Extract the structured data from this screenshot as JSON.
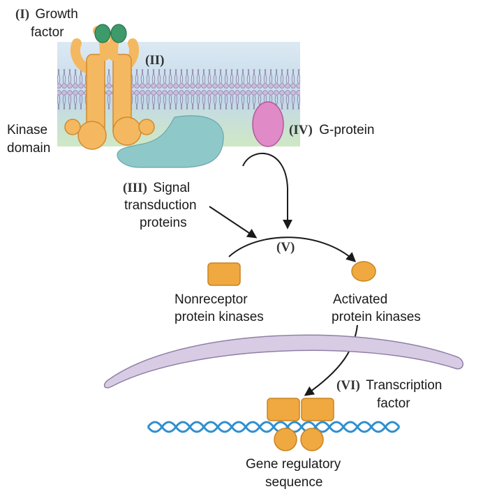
{
  "labels": {
    "growth_factor": {
      "numeral": "(I)",
      "line1": "Growth",
      "line2": "factor"
    },
    "receptor": {
      "numeral": "(II)"
    },
    "kinase_domain": {
      "line1": "Kinase",
      "line2": "domain"
    },
    "g_protein": {
      "numeral": "(IV)",
      "text": "G-protein"
    },
    "signal_transduction": {
      "numeral": "(III)",
      "line1": "Signal",
      "line2": "transduction",
      "line3": "proteins"
    },
    "step_v": {
      "numeral": "(V)"
    },
    "nonreceptor": {
      "line1": "Nonreceptor",
      "line2": "protein kinases"
    },
    "activated": {
      "line1": "Activated",
      "line2": "protein kinases"
    },
    "transcription": {
      "numeral": "(VI)",
      "line1": "Transcription",
      "line2": "factor"
    },
    "gene": {
      "line1": "Gene regulatory",
      "line2": "sequence"
    }
  },
  "colors": {
    "receptor": "#f4b860",
    "receptor_outline": "#d28a2e",
    "growth_factor": "#3d9a6a",
    "g_protein": "#e08ac8",
    "transduction_protein": "#8cc6c6",
    "kinase": "#f0a840",
    "membrane_top": "#c7dcea",
    "membrane_bottom": "#cfe8c4",
    "nuclear_envelope": "#d8cce4",
    "dna": "#2f8fd0"
  }
}
